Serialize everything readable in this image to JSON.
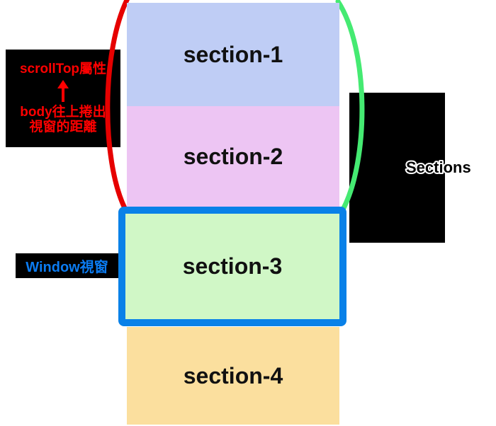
{
  "scrolltop_label": {
    "line1": "scrollTop屬性",
    "line2": "body往上捲出",
    "line3": "視窗的距離",
    "color": "#ff0000",
    "bg": "#000000"
  },
  "window_label": {
    "text": "Window視窗",
    "color": "#0b7cf2",
    "bg": "#000000"
  },
  "right_panel": {
    "bg": "#000000"
  },
  "sections_label": {
    "text": "Sections",
    "fill": "#000000",
    "outline": "#ffffff"
  },
  "sections": [
    {
      "label": "section-1",
      "color": "#bfcdf5"
    },
    {
      "label": "section-2",
      "color": "#edc5f3"
    },
    {
      "label": "section-3",
      "color": "#d0f7c6",
      "border_color": "#0981e8"
    },
    {
      "label": "section-4",
      "color": "#fbdf9e"
    }
  ],
  "arcs": {
    "left_color": "#e60000",
    "right_color": "#45ea72"
  }
}
